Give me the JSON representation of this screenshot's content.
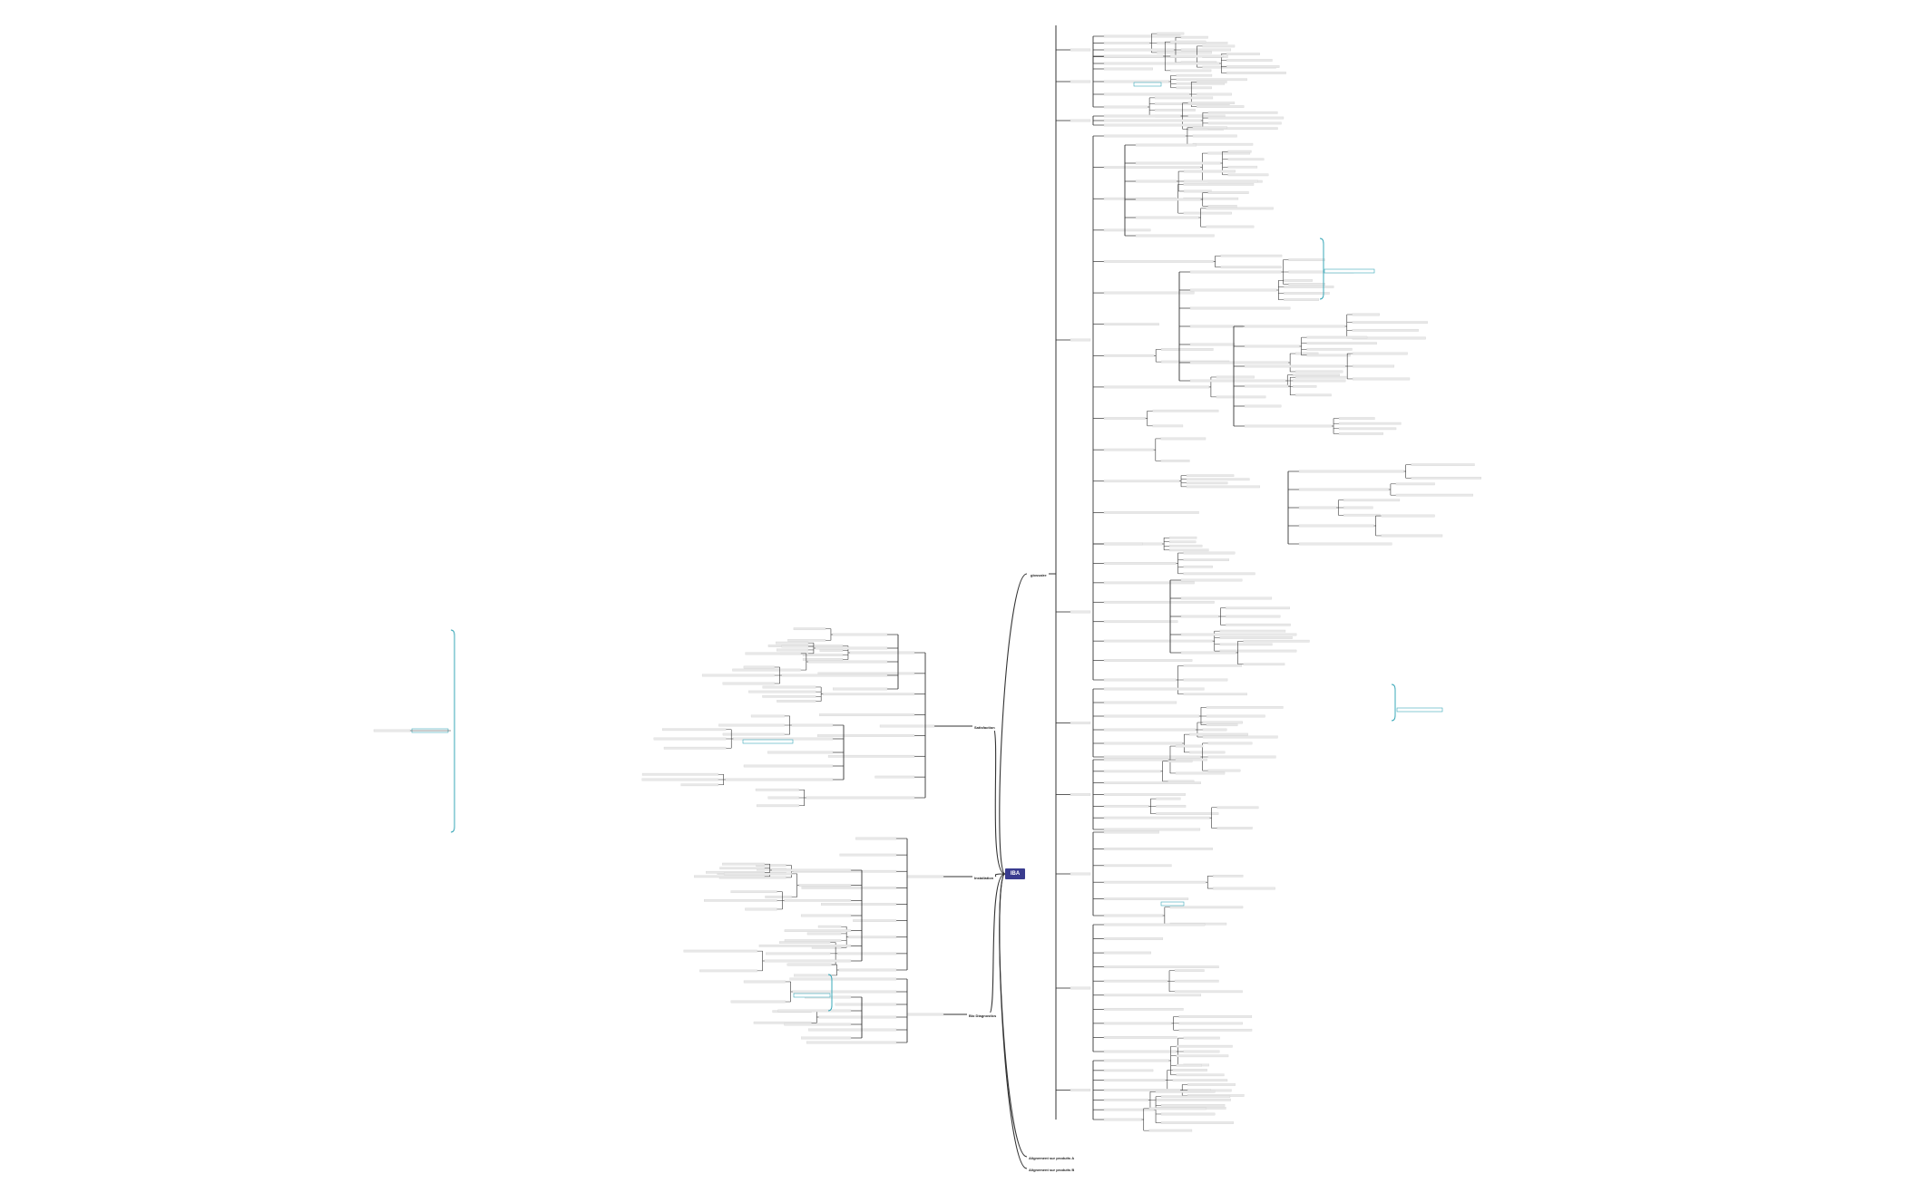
{
  "root": {
    "label": "IBA"
  },
  "branches": [
    {
      "id": "b-glossaire",
      "label": "glossaire"
    },
    {
      "id": "b-satisfaction",
      "label": "Satisfaction"
    },
    {
      "id": "b-installation",
      "label": "Installation"
    },
    {
      "id": "b-diagnostics",
      "label": "Bio Diagnostics"
    },
    {
      "id": "b-align1",
      "label": "Alignement sur produits A"
    },
    {
      "id": "b-align2",
      "label": "Alignement sur produits B"
    }
  ],
  "colors": {
    "root_fill": "#3a3c8f",
    "line": "#333333",
    "accent_bracket": "#3aa8b8",
    "leaf_box": "#e8e8e8",
    "leaf_text": "#9a9a9a"
  }
}
